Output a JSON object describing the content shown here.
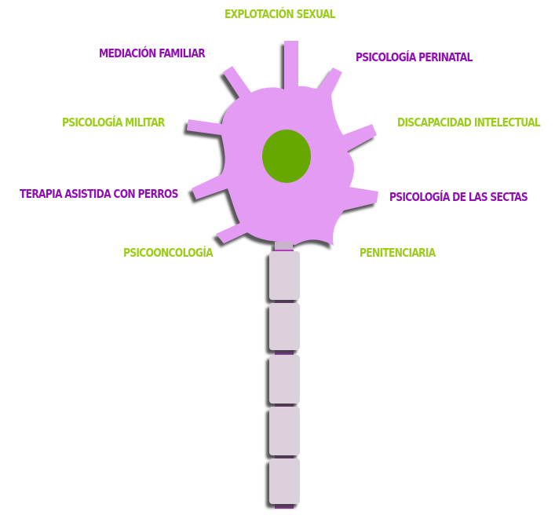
{
  "colors": {
    "soma": "#e49bf4",
    "nucleus": "#66a800",
    "axon_segment": "#dcd0dc",
    "axon_gap": "#b23cc4",
    "shadow": "#4a4a4a",
    "label_green": "#9bcc1b",
    "label_purple": "#8f0fb3"
  },
  "labels": {
    "explotacion": "EXPLOTACIÓN SEXUAL",
    "mediacion": "MEDIACIÓN FAMILIAR",
    "perinatal": "PSICOLOGÍA PERINATAL",
    "militar": "PSICOLOGÍA MILITAR",
    "discapacidad": "DISCAPACIDAD INTELECTUAL",
    "terapia": "TERAPIA ASISTIDA CON PERROS",
    "sectas": "PSICOLOGÍA DE LAS SECTAS",
    "psicooncologia": "PSICOONCOLOGÍA",
    "penitenciaria": "PENITENCIARIA"
  }
}
